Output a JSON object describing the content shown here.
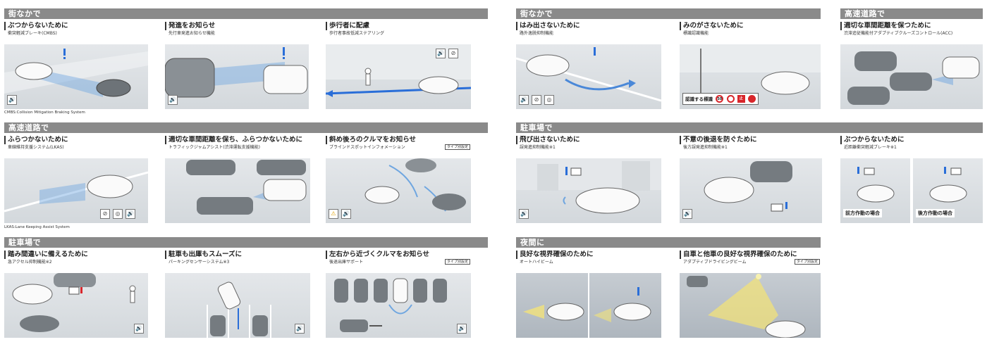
{
  "left": {
    "sections": [
      {
        "header": "街なかで",
        "cells": [
          {
            "title": "ぶつからないために",
            "subtitle": "衝突軽減ブレーキ(CMBS)"
          },
          {
            "title": "発進をお知らせ",
            "subtitle": "先行車発進お知らせ機能"
          },
          {
            "title": "歩行者に配慮",
            "subtitle": "歩行者事故低減ステアリング"
          }
        ],
        "note": "CMBS:Collision Mitigation Braking System"
      },
      {
        "header": "高速道路で",
        "cells": [
          {
            "title": "ふらつかないために",
            "subtitle": "車線維持支援システム(LKAS)"
          },
          {
            "title": "適切な車間距離を保ち、ふらつかないために",
            "subtitle": "トラフィックジャムアシスト(渋滞運転支援機能)"
          },
          {
            "title": "斜め後ろのクルマをお知らせ",
            "subtitle": "ブラインドスポットインフォメーション",
            "badge": "タイプ別設定"
          }
        ],
        "note": "LKAS:Lane Keeping Assist System"
      },
      {
        "header": "駐車場で",
        "cells": [
          {
            "title": "踏み間違いに備えるために",
            "subtitle": "急アクセル抑制機能※2"
          },
          {
            "title": "駐車も出庫もスムーズに",
            "subtitle": "パーキングセンサーシステム※3"
          },
          {
            "title": "左右から近づくクルマをお知らせ",
            "subtitle": "後退出庫サポート",
            "badge": "タイプ別設定"
          }
        ]
      }
    ]
  },
  "right": {
    "sections": [
      {
        "header": "街なかで",
        "cells": [
          {
            "title": "はみ出さないために",
            "subtitle": "路外逸脱抑制機能"
          },
          {
            "title": "みのがさないために",
            "subtitle": "標識認識機能",
            "sign_label": "認識する標識",
            "sign_values": [
              "50",
              "",
              "止",
              ""
            ]
          }
        ]
      },
      {
        "header": "高速道路で",
        "cells": [
          {
            "title": "適切な車間距離を保つために",
            "subtitle": "渋滞追従機能付アダプティブクルーズコントロール(ACC)"
          }
        ]
      },
      {
        "header": "駐車場で",
        "cells": [
          {
            "title": "飛び出さないために",
            "subtitle": "誤発進抑制機能※1"
          },
          {
            "title": "不意の後退を防ぐために",
            "subtitle": "後方誤発進抑制機能※1"
          },
          {
            "title": "ぶつからないために",
            "subtitle": "近距離衝突軽減ブレーキ※1",
            "captions": [
              "前方作動の場合",
              "後方作動の場合"
            ]
          }
        ]
      },
      {
        "header": "夜間に",
        "cells": [
          {
            "title": "良好な視界確保のために",
            "subtitle": "オートハイビーム"
          },
          {
            "title": "自車と他車の良好な視界確保のために",
            "subtitle": "アダプティブドライビングビーム",
            "badge": "タイプ別設定"
          }
        ]
      }
    ]
  },
  "colors": {
    "header_bg": "#8a8a8a",
    "warning": "#2a6ed8",
    "alert_red": "#d8262b",
    "beam": "#f2e27a"
  }
}
